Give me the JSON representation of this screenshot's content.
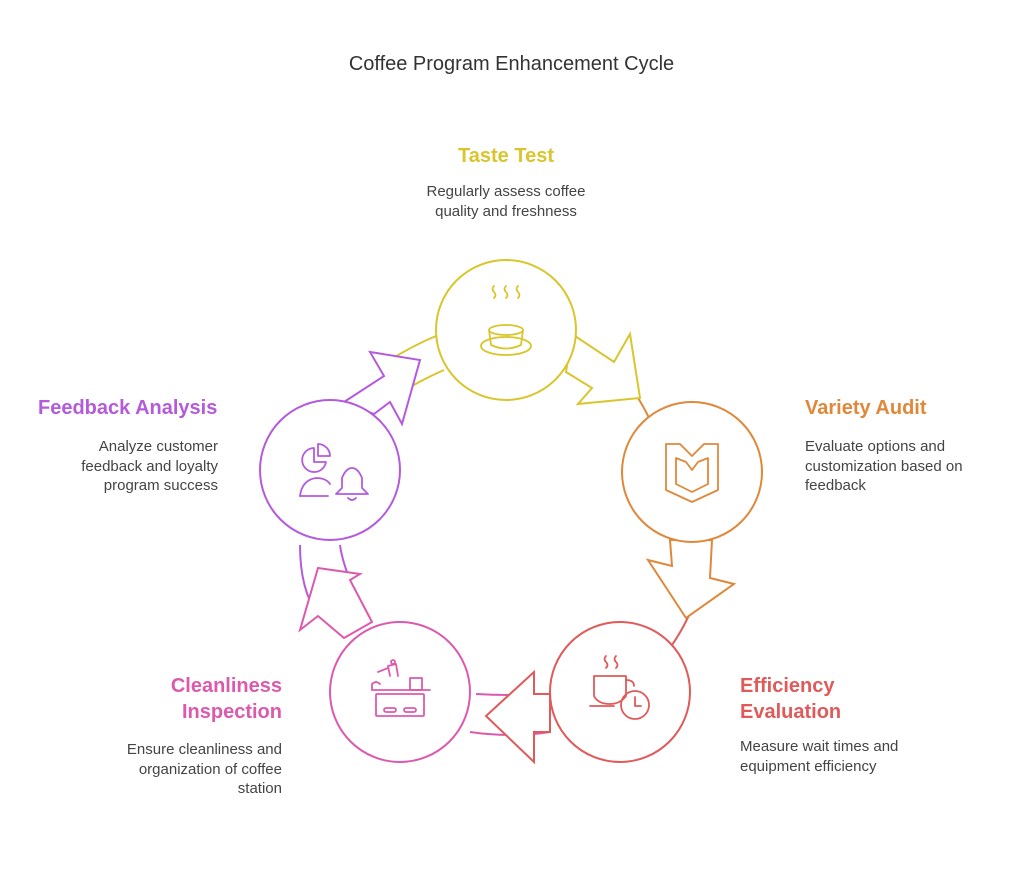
{
  "title": "Coffee Program Enhancement Cycle",
  "colors": {
    "taste": "#D8C62C",
    "variety": "#E0883A",
    "efficiency": "#E05A5A",
    "cleanliness": "#DC5AAE",
    "feedback": "#B45ADC"
  },
  "steps": [
    {
      "label": "Taste Test",
      "description_lines": [
        "Regularly assess coffee",
        "quality and freshness"
      ],
      "icon": "coffee-cup-icon"
    },
    {
      "label": "Variety Audit",
      "description_lines": [
        "Evaluate options and",
        "customization based on",
        "feedback"
      ],
      "icon": "shield-badge-icon"
    },
    {
      "label_lines": [
        "Efficiency",
        "Evaluation"
      ],
      "description_lines": [
        "Measure wait times and",
        "equipment efficiency"
      ],
      "icon": "coffee-clock-icon"
    },
    {
      "label_lines": [
        "Cleanliness",
        "Inspection"
      ],
      "description_lines": [
        "Ensure cleanliness and",
        "organization of coffee",
        "station"
      ],
      "icon": "coffee-station-icon"
    },
    {
      "label": "Feedback Analysis",
      "description_lines": [
        "Analyze customer",
        "feedback and loyalty",
        "program success"
      ],
      "icon": "user-chart-bell-icon"
    }
  ]
}
